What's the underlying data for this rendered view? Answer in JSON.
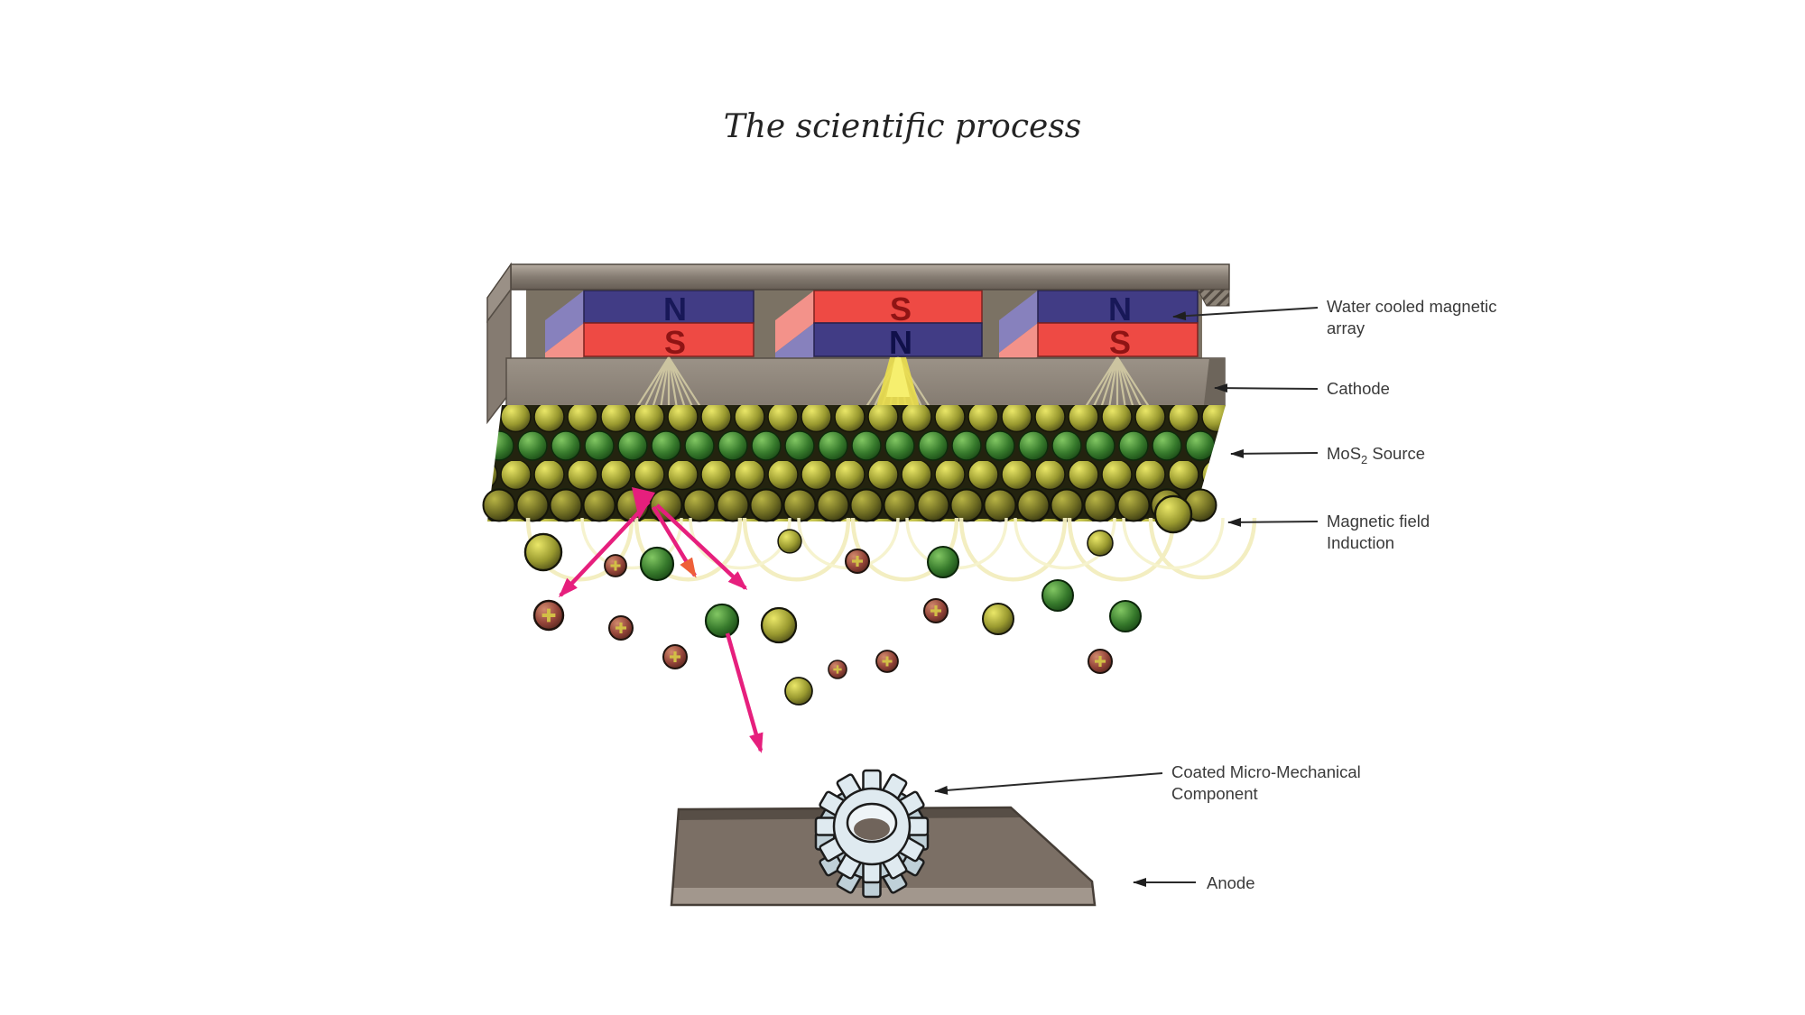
{
  "title": "The scientific process",
  "magnets": {
    "m1": {
      "top": "N",
      "bottom": "S"
    },
    "m2": {
      "top": "S",
      "bottom": "N"
    },
    "m3": {
      "top": "N",
      "bottom": "S"
    }
  },
  "labels": {
    "water": {
      "line1": "Water cooled magnetic",
      "line2": "array"
    },
    "cathode": "Cathode",
    "mos2": {
      "pre": "MoS",
      "sub": "2",
      "post": " Source"
    },
    "field": {
      "line1": "Magnetic field",
      "line2": "Induction"
    },
    "component": {
      "line1": "Coated Micro-Mechanical",
      "line2": "Component"
    },
    "anode": "Anode"
  },
  "colors": {
    "magnet_blue": "#413c85",
    "magnet_red": "#ee4a44",
    "side_blue": "#8781bd",
    "side_pink": "#f3928a",
    "metal_gray": "#948a80",
    "field_yellow": "#f2edbe",
    "sputter_pink": "#e61f7d",
    "gear_blue": "#dfeaf0",
    "anode_brown": "#7b6f65"
  }
}
